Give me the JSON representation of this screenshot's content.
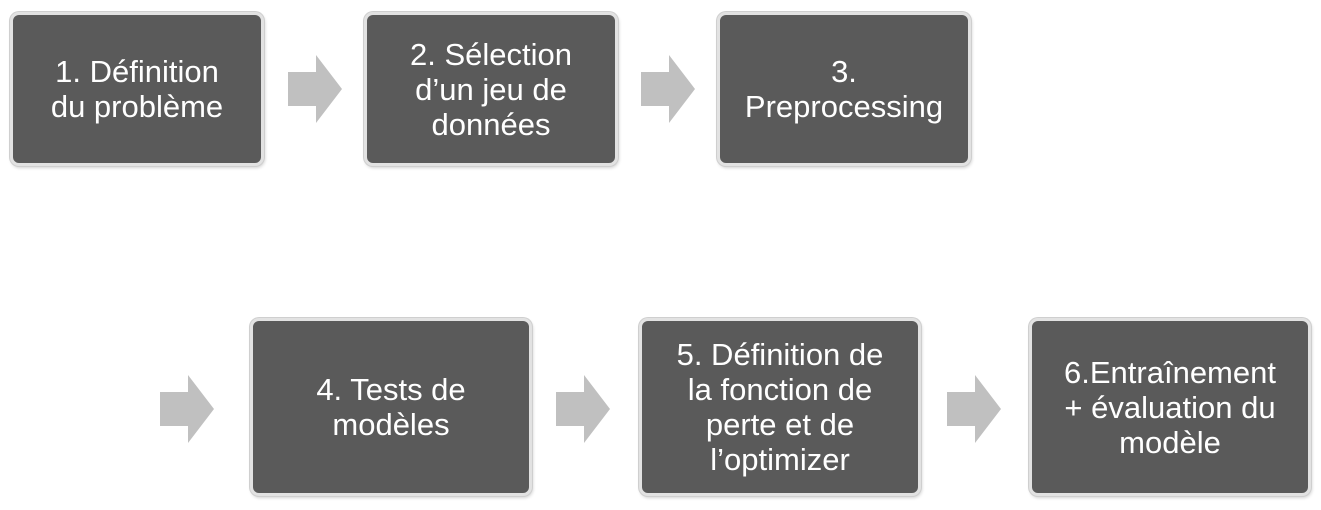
{
  "steps": [
    {
      "label": "1. Définition\ndu problème"
    },
    {
      "label": "2. Sélection\nd’un jeu de\ndonnées"
    },
    {
      "label": "3.\nPreprocessing"
    },
    {
      "label": "4. Tests de\nmodèles"
    },
    {
      "label": "5. Définition de\nla fonction de\nperte et de\nl’optimizer"
    },
    {
      "label": "6.Entraînement\n+ évaluation du\nmodèle"
    }
  ],
  "colors": {
    "box_fill": "#5a5a5a",
    "box_border": "#e2e2e2",
    "box_text": "#ffffff",
    "arrow": "#c0c0c0"
  }
}
